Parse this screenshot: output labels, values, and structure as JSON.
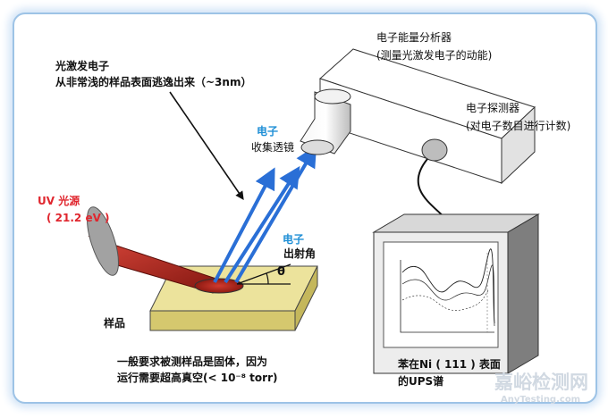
{
  "labels": {
    "photoelectron": "光激发电子",
    "escape_depth": "从非常浅的样品表面逃逸出来（~3nm）",
    "analyzer": "电子能量分析器",
    "analyzer_note": "(测量光激发电子的动能)",
    "detector": "电子探测器",
    "detector_note": "(对电子数目进行计数)",
    "lens_electron": "电子",
    "lens": "收集透镜",
    "uv_source": "UV 光源",
    "uv_energy": "( 21.2 eV )",
    "exit_electron": "电子",
    "exit_angle": "出射角",
    "theta": "θ",
    "sample": "样品",
    "caption_line1": "一般要求被测样品是固体，因为",
    "caption_line2": "运行需要超高真空(< 10⁻⁸ torr)",
    "spectrum_title_line1": "苯在Ni ( 111 ) 表面",
    "spectrum_title_line2": "的UPS谱"
  },
  "watermark": {
    "cn": "嘉峪检测网",
    "en": "AnyTesting.com"
  },
  "colors": {
    "frame_border": "#9dc3e6",
    "uv_cone": "#b5261b",
    "sample_top": "#ece39c",
    "sample_side": "#d5c86e",
    "electron_arrow": "#2a6fd6",
    "label_red": "#e0262e",
    "label_blue": "#1f8fd6"
  }
}
